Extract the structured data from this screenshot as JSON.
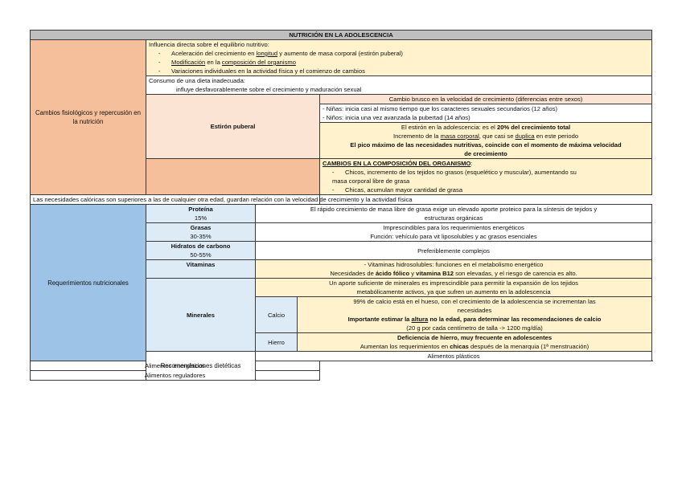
{
  "title": "NUTRICIÓN EN LA ADOLESCENCIA",
  "cambios": {
    "label": "Cambios fisiológicos y repercusión en la nutrición",
    "influencia": {
      "heading": "Influencia directa sobre el equilibrio nutritivo:",
      "b1_pre": "Aceleración del crecimiento en ",
      "b1_u": "longitud",
      "b1_post": " y aumento de masa corporal (estirón puberal)",
      "b2_u1": "Modificación",
      "b2_mid": " en la ",
      "b2_u2": "composición del organismo",
      "b3": "Variaciones individuales en la actividad física y el comienzo de cambios"
    },
    "consumo": {
      "line1": "Consumo de una dieta inadecuada:",
      "line2": "influye desfavorablemente sobre el crecimiento y maduración sexual"
    },
    "estiron": {
      "label": "Estirón puberal",
      "cambio": "Cambio brusco en la velocidad de crecimiento (diferencias entre sexos)",
      "ninas": "- Niñas: inicia casi al mismo tiempo que los caracteres sexuales secundarios (12 años)",
      "ninos": "- Niños: inicia una vez avanzada la pubertad (14 años)",
      "e1_pre": "El estirón en la adolescencia: es el ",
      "e1_b": "20% del crecimiento total",
      "e2_pre": "Incremento de la ",
      "e2_u1": "masa corporal",
      "e2_mid": ", que casi se ",
      "e2_u2": "duplica",
      "e2_post": " en este periodo",
      "e3": "El pico máximo de las necesidades nutritivas, coincide con el momento de máxima velocidad",
      "e4": "de crecimiento"
    },
    "composicion": {
      "heading": "CAMBIOS EN LA COMPOSICIÓN DEL ORGANISMO",
      "colon": ":",
      "c1a": "Chicos, incremento de los tejidos no grasos (esquelético y muscular), aumentando su",
      "c1b": "masa corporal libre de grasa",
      "c2": "Chicas, acumulan mayor cantidad de grasa"
    }
  },
  "requerimientos": {
    "label": "Requerimientos nutricionales",
    "intro": "Las necesidades calóricas son superiores a las de cualquier otra edad, guardan relación con la velocidad de crecimiento y la actividad física",
    "proteina": {
      "name": "Proteína",
      "pct": "15%",
      "d1": "El rápido crecimiento de masa libre de grasa exige un elevado aporte proteico para la síntesis de tejidos y",
      "d2": "estructuras orgánicas"
    },
    "grasas": {
      "name": "Grasas",
      "pct": "30-35%",
      "d1": "Imprescindibles para los requerimientos energéticos",
      "d2": "Función: vehículo para vit liposolubles y ac grasos esenciales"
    },
    "hidratos": {
      "name": "Hidratos de carbono",
      "pct": "50-55%",
      "d1": "Preferiblemente complejos"
    },
    "vitaminas": {
      "name": "Vitaminas",
      "d1": "- Vitaminas hidrosolubles: funciones en el metabolismo energético",
      "d2_pre": "Necesidades de ",
      "d2_b1": "ácido fólico",
      "d2_mid": " y ",
      "d2_b2": "vitamina B12",
      "d2_post": " son elevadas, y el riesgo de carencia es alto."
    },
    "minerales": {
      "name": "Minerales",
      "intro1": "Un aporte suficiente de minerales es imprescindible para permitir la expansión de los tejidos",
      "intro2": "metabólicamente activos, ya que sufren un aumento en la adolescencia",
      "calcio": {
        "name": "Calcio",
        "l1": "99% de calcio está en el hueso, con el crecimiento de la adolescencia se incrementan las",
        "l2": "necesidades",
        "l3_pre": "Importante estimar la ",
        "l3_u": "altura",
        "l3_post": " no la edad, para determinar las recomendaciones de calcio",
        "l4": "(20 g por cada centímetro de talla -> 1200 mg/día)"
      },
      "hierro": {
        "name": "Hierro",
        "l1": "Deficiencia de hierro, muy frecuente en adolescentes",
        "l2_pre": "Aumentan los requerimientos en ",
        "l2_b": "chicas",
        "l2_post": " después de la menarquia (1ª menstruación)"
      }
    }
  },
  "recomendaciones": {
    "label": "Recomendaciones dietéticas",
    "items": [
      "Alimentos plásticos",
      "Alimentos energéticos",
      "Alimentos reguladores"
    ]
  },
  "colors": {
    "header": "#bfbfbf",
    "salmon": "#f5bf9b",
    "peach": "#fbe4d3",
    "yellow": "#fff2cc",
    "blue": "#9dc3e6",
    "light_blue": "#ddebf7"
  }
}
